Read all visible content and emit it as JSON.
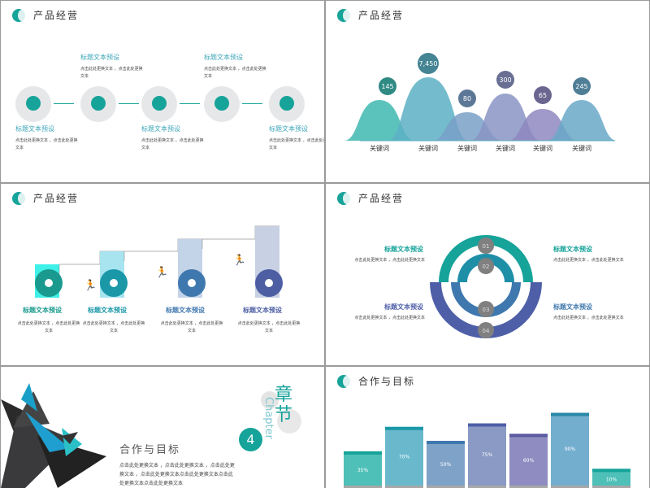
{
  "colors": {
    "teal": "#16a39a",
    "blue": "#3f78ae",
    "indigo": "#4e5fa8"
  },
  "slide1": {
    "header": "产品经营",
    "steps": [
      {
        "icon": "lightbulb-icon",
        "title": "标题文本预设",
        "desc": "点击此处更换文本 ，点击此处更换文本"
      },
      {
        "icon": "magnifier-icon",
        "title": "标题文本预设",
        "desc": "点击此处更换文本 ，点击此处更换文本"
      },
      {
        "icon": "chat-bubble-icon",
        "title": "标题文本预设",
        "desc": "点击此处更换文本 ，点击此处更换文本"
      },
      {
        "icon": "gear-icon",
        "title": "标题文本预设",
        "desc": "点击此处更换文本 ，点击此处更换文本"
      },
      {
        "icon": "checklist-icon",
        "title": "标题文本预设",
        "desc": "点击此处更换文本 ，点击此处更换文本"
      }
    ]
  },
  "slide2": {
    "header": "产品经营",
    "chart_data": {
      "type": "area",
      "categories": [
        "关键词",
        "关键词",
        "关键词",
        "关键词",
        "关键词",
        "关键词"
      ],
      "values": [
        145,
        7450,
        80,
        300,
        65,
        245
      ],
      "labels": [
        "145",
        "7,450",
        "80",
        "300",
        "65",
        "245"
      ],
      "colors": [
        "#3fb8b0",
        "#5cb0c4",
        "#7aa0c8",
        "#8a94c4",
        "#8e88c0",
        "#6aa8c8"
      ]
    }
  },
  "slide3": {
    "header": "产品经营",
    "steps": [
      {
        "icon": "rocket-icon",
        "title": "标题文本预设",
        "desc": "点击此处更换文本 ，点击此处更换文本"
      },
      {
        "icon": "refresh-eye-icon",
        "title": "标题文本预设",
        "desc": "点击此处更换文本 ，点击此处更换文本"
      },
      {
        "icon": "brush-icon",
        "title": "标题文本预设",
        "desc": "点击此处更换文本 ，点击此处更换文本"
      },
      {
        "icon": "trophy-icon",
        "title": "标题文本预设",
        "desc": "点击此处更换文本 ，点击此处更换文本"
      }
    ]
  },
  "slide4": {
    "header": "产品经营",
    "numbers": [
      "01",
      "02",
      "03",
      "04"
    ],
    "items": [
      {
        "title": "标题文本预设",
        "desc": "点击此处更换文本 ，点击此处更换文本"
      },
      {
        "title": "标题文本预设",
        "desc": "点击此处更换文本 ，点击此处更换文本"
      },
      {
        "title": "标题文本预设",
        "desc": "点击此处更换文本 ，点击此处更换文本"
      },
      {
        "title": "标题文本预设",
        "desc": "点击此处更换文本 ，点击此处更换文本"
      }
    ]
  },
  "slide5": {
    "chapter_cn": "章节",
    "chapter_en": "Chapter",
    "number": "4",
    "title": "合作与目标",
    "desc": "点击此处更换文本 ，点击此处更换文本 ，点击此处更换文本 ，点击此处更换文本点击此处更换文本点击此处更换文本点击此处更换文本"
  },
  "slide6": {
    "header": "合作与目标",
    "chart_data": {
      "type": "bar",
      "values": [
        35,
        70,
        50,
        75,
        60,
        90,
        10
      ],
      "labels": [
        "35%",
        "70%",
        "50%",
        "75%",
        "60%",
        "90%",
        "10%"
      ],
      "colors": [
        "#4fc0b8",
        "#6ab8cc",
        "#7fa3c8",
        "#8a9ac4",
        "#8e8cc0",
        "#74aecf",
        "#4fc0b8"
      ],
      "cap_colors": [
        "#16a39a",
        "#1a98a8",
        "#3f78ae",
        "#4e5fa8",
        "#5a5aa0",
        "#2a88a8",
        "#16a39a"
      ]
    }
  }
}
